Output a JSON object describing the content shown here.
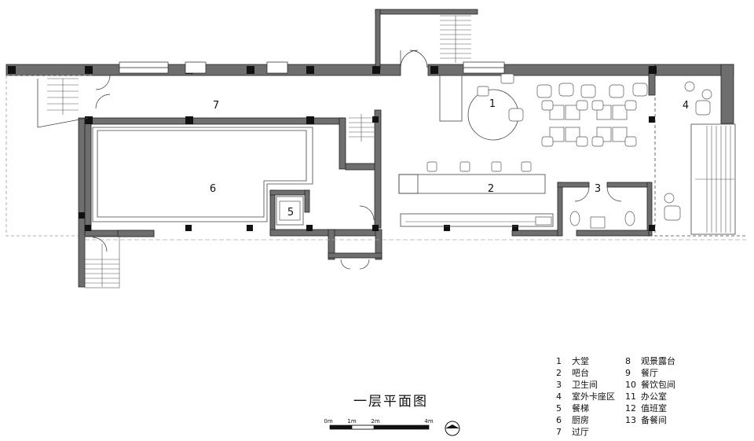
{
  "title": "一层平面图",
  "room_numbers": [
    "1",
    "2",
    "3",
    "4",
    "5",
    "6",
    "7"
  ],
  "legend": [
    {
      "num": "1",
      "name": "大堂"
    },
    {
      "num": "2",
      "name": "吧台"
    },
    {
      "num": "3",
      "name": "卫生间"
    },
    {
      "num": "4",
      "name": "室外卡座区"
    },
    {
      "num": "5",
      "name": "餐梯"
    },
    {
      "num": "6",
      "name": "厨房"
    },
    {
      "num": "7",
      "name": "过厅"
    },
    {
      "num": "8",
      "name": "观景露台"
    },
    {
      "num": "9",
      "name": "餐厅"
    },
    {
      "num": "10",
      "name": "餐饮包间"
    },
    {
      "num": "11",
      "name": "办公室"
    },
    {
      "num": "12",
      "name": "值班室"
    },
    {
      "num": "13",
      "name": "备餐间"
    }
  ],
  "scale_bar": {
    "labels": [
      "0m",
      "1m",
      "2m",
      "4m"
    ]
  },
  "colors": {
    "wall": "#6e6e6e",
    "column": "#111111",
    "line": "#444444",
    "light_line": "#9a9a9a"
  }
}
